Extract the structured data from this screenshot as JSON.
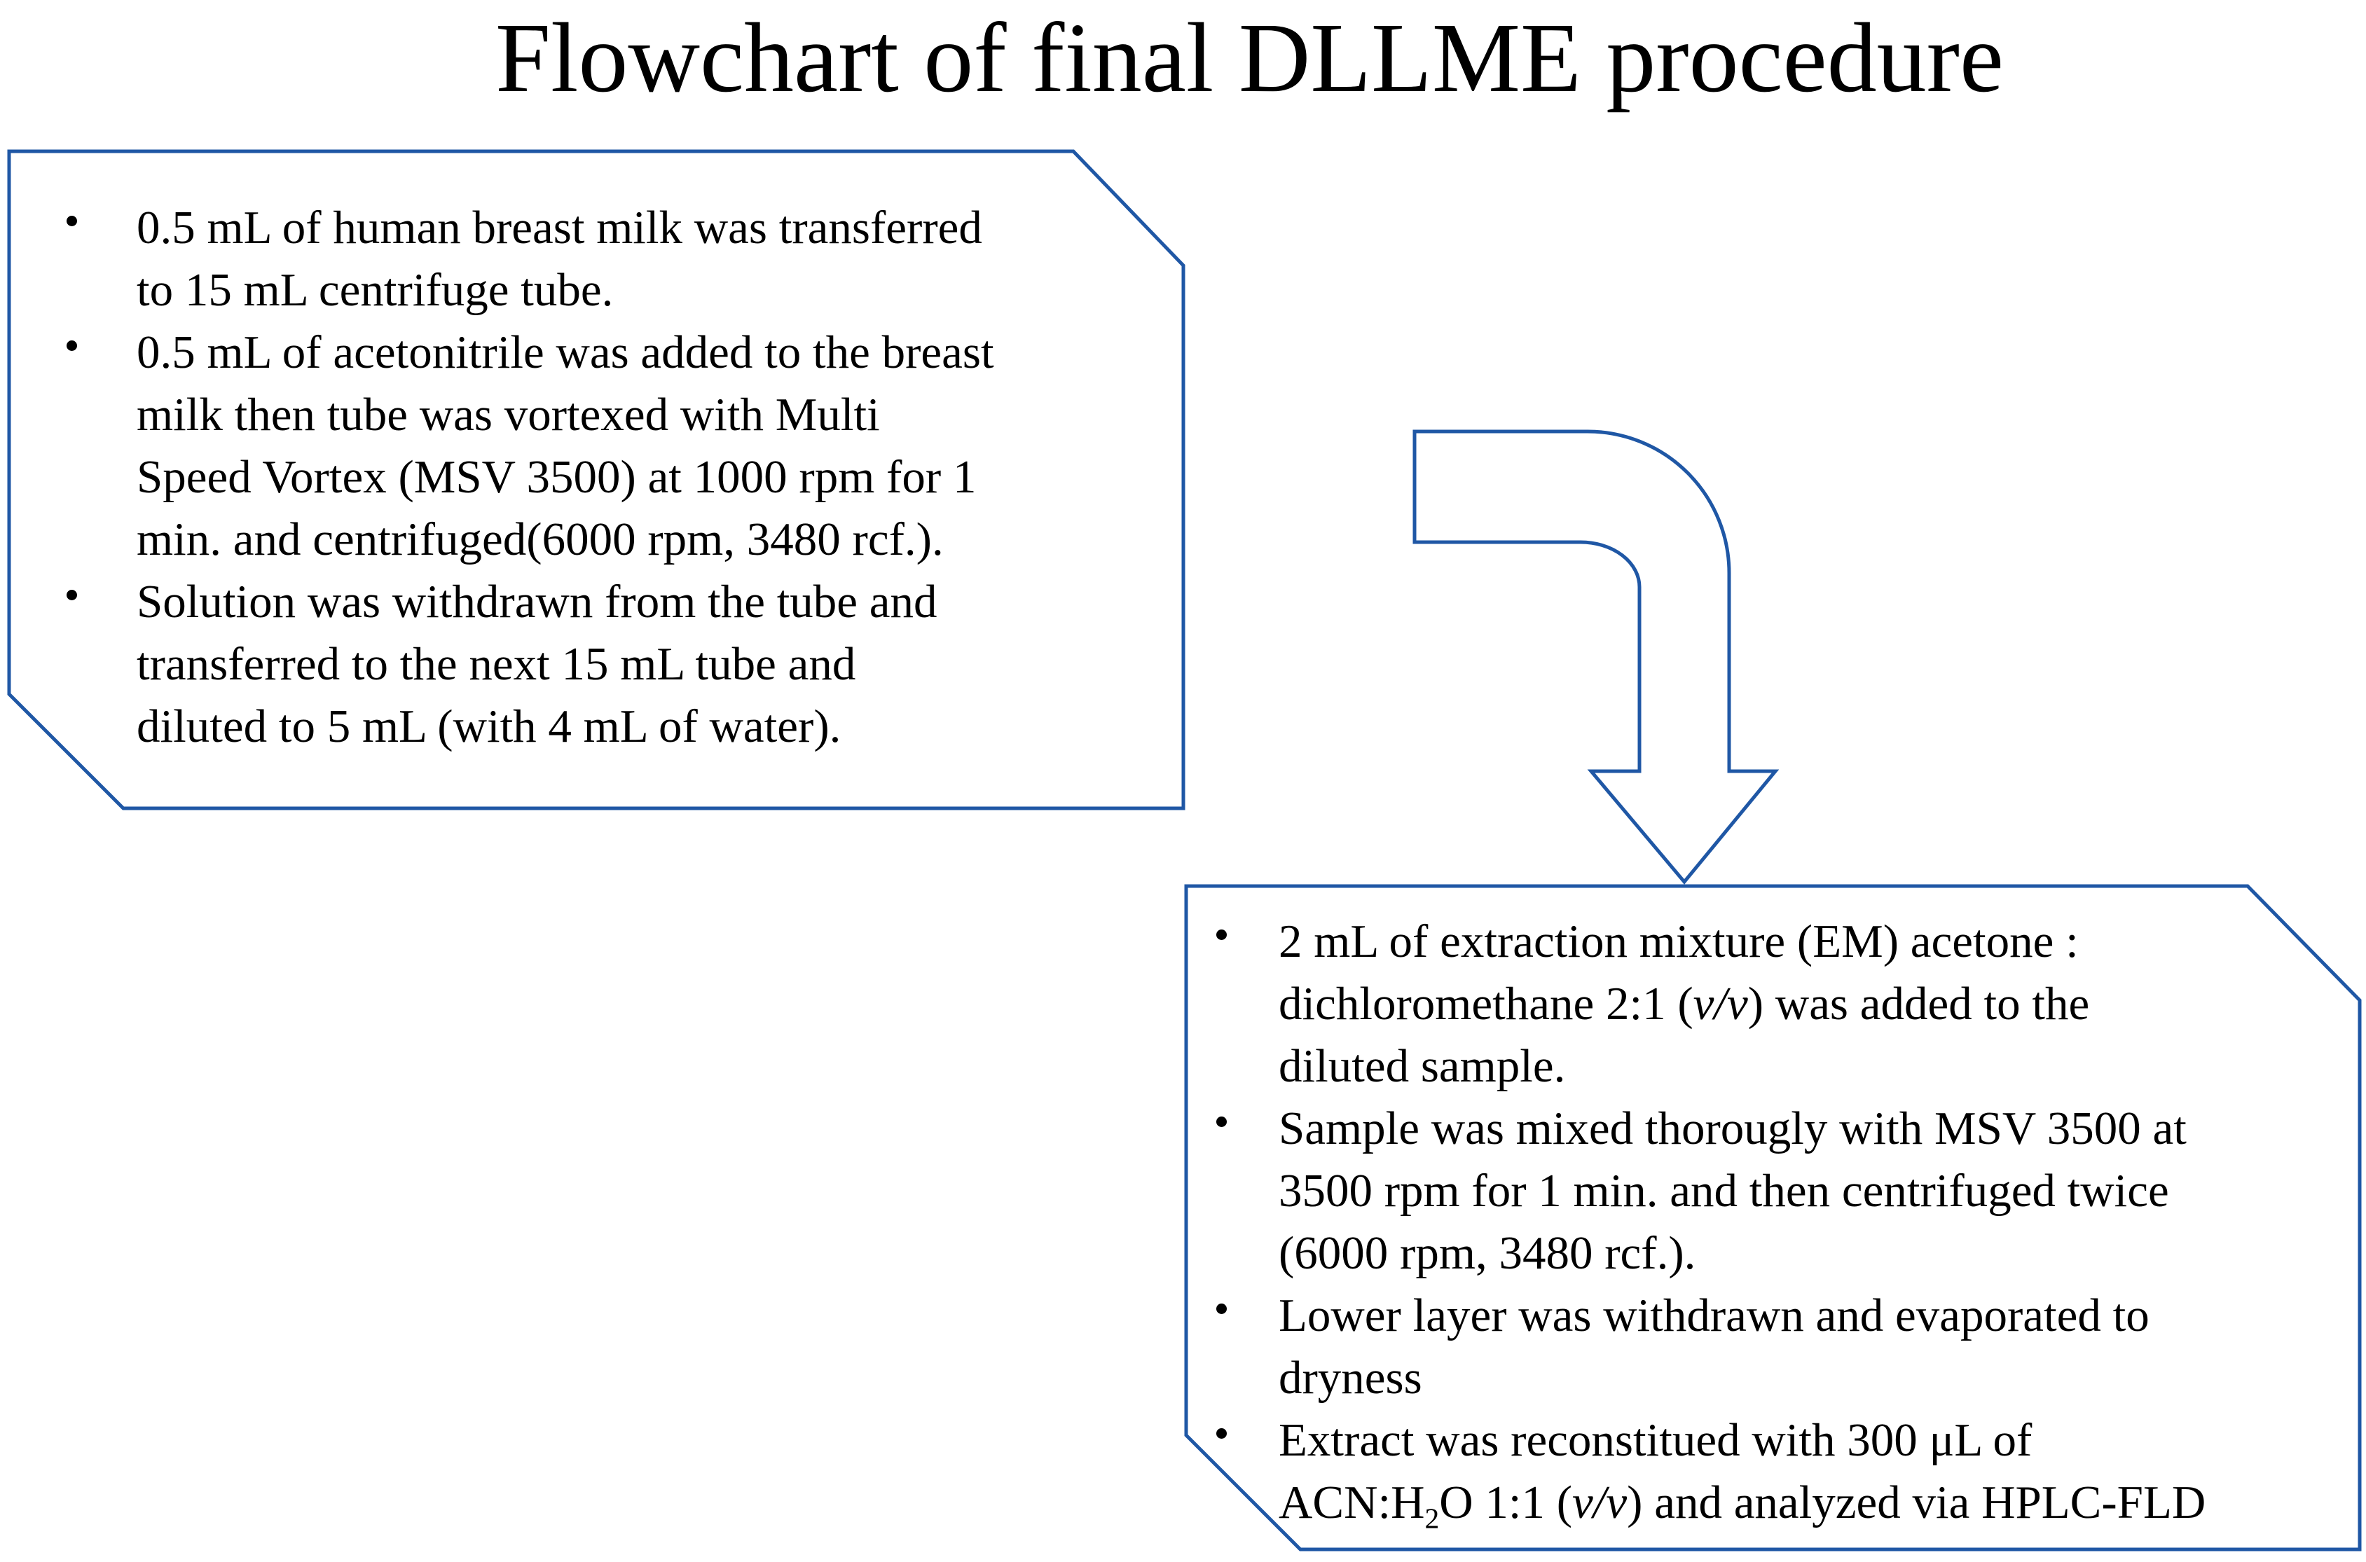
{
  "title": "Flowchart of final DLLME procedure",
  "colors": {
    "outline_blue": "#1F57A5",
    "text": "#000000",
    "background": "#FFFFFF"
  },
  "icons": {
    "connector": "curved-down-arrow",
    "list_marker": "bullet-dot"
  },
  "box1": {
    "bullets": [
      {
        "lines": [
          [
            "0.5 mL of human breast milk was transferred"
          ],
          [
            "to 15 mL centrifuge tube."
          ]
        ]
      },
      {
        "lines": [
          [
            "0.5 mL of acetonitrile was added to the breast"
          ],
          [
            "milk then tube was vortexed with Multi"
          ],
          [
            "Speed Vortex (MSV 3500) at 1000 rpm for 1"
          ],
          [
            "min. and centrifuged(6000 rpm, 3480 rcf.)."
          ]
        ]
      },
      {
        "lines": [
          [
            "Solution was withdrawn from the tube and"
          ],
          [
            "transferred to the next 15 mL tube and"
          ],
          [
            "diluted to 5 mL (with 4 mL of water)."
          ]
        ]
      }
    ]
  },
  "box2": {
    "bullets": [
      {
        "lines": [
          [
            "2 mL of extraction mixture (EM) acetone :"
          ],
          [
            {
              "t": "dichloromethane 2:1 ("
            },
            {
              "t": "v/v",
              "i": true
            },
            {
              "t": ") was added to the"
            }
          ],
          [
            "diluted sample."
          ]
        ]
      },
      {
        "lines": [
          [
            "Sample was mixed thorougly with MSV 3500 at"
          ],
          [
            "3500 rpm for 1 min. and then centrifuged twice"
          ],
          [
            "(6000 rpm, 3480 rcf.)."
          ]
        ]
      },
      {
        "lines": [
          [
            "Lower layer was withdrawn and evaporated to"
          ],
          [
            "dryness"
          ]
        ]
      },
      {
        "lines": [
          [
            {
              "t": "Extract was reconstitued with 300 μL of"
            }
          ],
          [
            {
              "t": "ACN:H"
            },
            {
              "t": "2",
              "sub": true
            },
            {
              "t": "O 1:1 ("
            },
            {
              "t": "v/v",
              "i": true
            },
            {
              "t": ") and analyzed via HPLC-FLD"
            }
          ]
        ]
      }
    ]
  }
}
